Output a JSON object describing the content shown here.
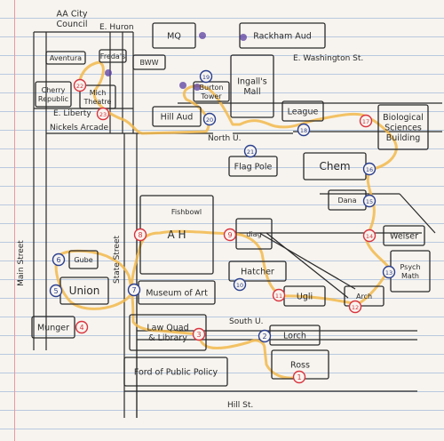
{
  "map": {
    "buildings": [
      {
        "id": "aa-city-council",
        "lines": [
          "AA City",
          "Council"
        ]
      },
      {
        "id": "mq",
        "lines": [
          "MQ"
        ]
      },
      {
        "id": "rackham",
        "lines": [
          "Rackham Aud"
        ]
      },
      {
        "id": "aventura",
        "lines": [
          "Aventura"
        ]
      },
      {
        "id": "fredas",
        "lines": [
          "Freda's"
        ]
      },
      {
        "id": "bww",
        "lines": [
          "BWW"
        ]
      },
      {
        "id": "cherry-republic",
        "lines": [
          "Cherry",
          "Republic"
        ]
      },
      {
        "id": "mich-theatre",
        "lines": [
          "Mich",
          "Theatre"
        ]
      },
      {
        "id": "burton-tower",
        "lines": [
          "Burton",
          "Tower"
        ]
      },
      {
        "id": "ingalls-mall",
        "lines": [
          "Ingall's",
          "Mall"
        ]
      },
      {
        "id": "hill-aud",
        "lines": [
          "Hill Aud"
        ]
      },
      {
        "id": "league",
        "lines": [
          "League"
        ]
      },
      {
        "id": "biological-sciences",
        "lines": [
          "Biological",
          "Sciences",
          "Building"
        ]
      },
      {
        "id": "flag-pole",
        "lines": [
          "Flag Pole"
        ]
      },
      {
        "id": "chem",
        "lines": [
          "Chem"
        ]
      },
      {
        "id": "dana",
        "lines": [
          "Dana"
        ]
      },
      {
        "id": "fishbowl",
        "lines": [
          "Fishbowl"
        ]
      },
      {
        "id": "ah",
        "lines": [
          "A H"
        ]
      },
      {
        "id": "diag",
        "lines": [
          "diag"
        ]
      },
      {
        "id": "weiser",
        "lines": [
          "Weiser"
        ]
      },
      {
        "id": "gube",
        "lines": [
          "Gube"
        ]
      },
      {
        "id": "union",
        "lines": [
          "Union"
        ]
      },
      {
        "id": "museum-of-art",
        "lines": [
          "Museum of Art"
        ]
      },
      {
        "id": "hatcher",
        "lines": [
          "Hatcher"
        ]
      },
      {
        "id": "psych-math",
        "lines": [
          "Psych",
          "Math"
        ]
      },
      {
        "id": "ugli",
        "lines": [
          "Ugli"
        ]
      },
      {
        "id": "arch",
        "lines": [
          "Arch"
        ]
      },
      {
        "id": "munger",
        "lines": [
          "Munger"
        ]
      },
      {
        "id": "law-quad",
        "lines": [
          "Law Quad",
          "& Library"
        ]
      },
      {
        "id": "lorch",
        "lines": [
          "Lorch"
        ]
      },
      {
        "id": "ross",
        "lines": [
          "Ross"
        ]
      },
      {
        "id": "ford",
        "lines": [
          "Ford of Public Policy"
        ]
      }
    ],
    "streets": [
      {
        "id": "e-huron",
        "text": "E. Huron"
      },
      {
        "id": "e-washington",
        "text": "E. Washington St."
      },
      {
        "id": "e-liberty",
        "text": "E. Liberty"
      },
      {
        "id": "nickels-arcade",
        "text": "Nickels Arcade"
      },
      {
        "id": "north-u",
        "text": "North U."
      },
      {
        "id": "south-u",
        "text": "South U."
      },
      {
        "id": "hill-st",
        "text": "Hill St."
      },
      {
        "id": "state-street",
        "text": "State Street"
      },
      {
        "id": "main-street",
        "text": "Main Street"
      }
    ],
    "stops": [
      {
        "id": "stop-1",
        "label": "1",
        "color": "#d9343f"
      },
      {
        "id": "stop-2",
        "label": "2",
        "color": "#2a3f8f"
      },
      {
        "id": "stop-3",
        "label": "3",
        "color": "#d9343f"
      },
      {
        "id": "stop-4",
        "label": "4",
        "color": "#d9343f"
      },
      {
        "id": "stop-5",
        "label": "5",
        "color": "#2a3f8f"
      },
      {
        "id": "stop-6",
        "label": "6",
        "color": "#2a3f8f"
      },
      {
        "id": "stop-7",
        "label": "7",
        "color": "#2a3f8f"
      },
      {
        "id": "stop-8",
        "label": "8",
        "color": "#d9343f"
      },
      {
        "id": "stop-9",
        "label": "9",
        "color": "#d9343f"
      },
      {
        "id": "stop-10",
        "label": "10",
        "color": "#2a3f8f"
      },
      {
        "id": "stop-11",
        "label": "11",
        "color": "#d9343f"
      },
      {
        "id": "stop-12",
        "label": "12",
        "color": "#d9343f"
      },
      {
        "id": "stop-13",
        "label": "13",
        "color": "#2a3f8f"
      },
      {
        "id": "stop-14",
        "label": "14",
        "color": "#d9343f"
      },
      {
        "id": "stop-15",
        "label": "15",
        "color": "#2a3f8f"
      },
      {
        "id": "stop-16",
        "label": "16",
        "color": "#2a3f8f"
      },
      {
        "id": "stop-17",
        "label": "17",
        "color": "#d9343f"
      },
      {
        "id": "stop-18",
        "label": "18",
        "color": "#2a3f8f"
      },
      {
        "id": "stop-19",
        "label": "19",
        "color": "#2a3f8f"
      },
      {
        "id": "stop-20",
        "label": "20",
        "color": "#2a3f8f"
      },
      {
        "id": "stop-21",
        "label": "21",
        "color": "#2a3f8f"
      },
      {
        "id": "stop-22",
        "label": "22",
        "color": "#d9343f"
      },
      {
        "id": "stop-23",
        "label": "23",
        "color": "#d9343f"
      }
    ],
    "route_color": "#f2b84b",
    "ink_color": "#2a2a2a"
  }
}
